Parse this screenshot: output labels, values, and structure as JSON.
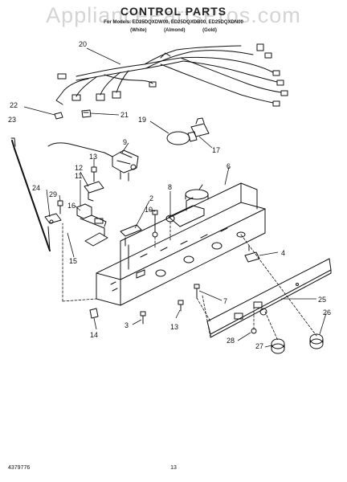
{
  "watermark": "AppliancePartsPros.com",
  "header": {
    "title": "CONTROL PARTS",
    "model_line": "For Models: ED25DQXDW00, ED25DQXDB00, ED25DQXDN00",
    "colors": [
      "(White)",
      "(Almond)",
      "(Gold)"
    ]
  },
  "callouts": [
    "20",
    "22",
    "21",
    "23",
    "19",
    "17",
    "12",
    "11",
    "13",
    "9",
    "6",
    "8",
    "16",
    "29",
    "24",
    "2",
    "10",
    "15",
    "4",
    "25",
    "26",
    "7",
    "28",
    "27",
    "3",
    "13",
    "14"
  ],
  "footer": {
    "doc_number": "4379776",
    "page_number": "13"
  },
  "colors": {
    "ink": "#111111",
    "watermark": "#d4d4d4"
  }
}
